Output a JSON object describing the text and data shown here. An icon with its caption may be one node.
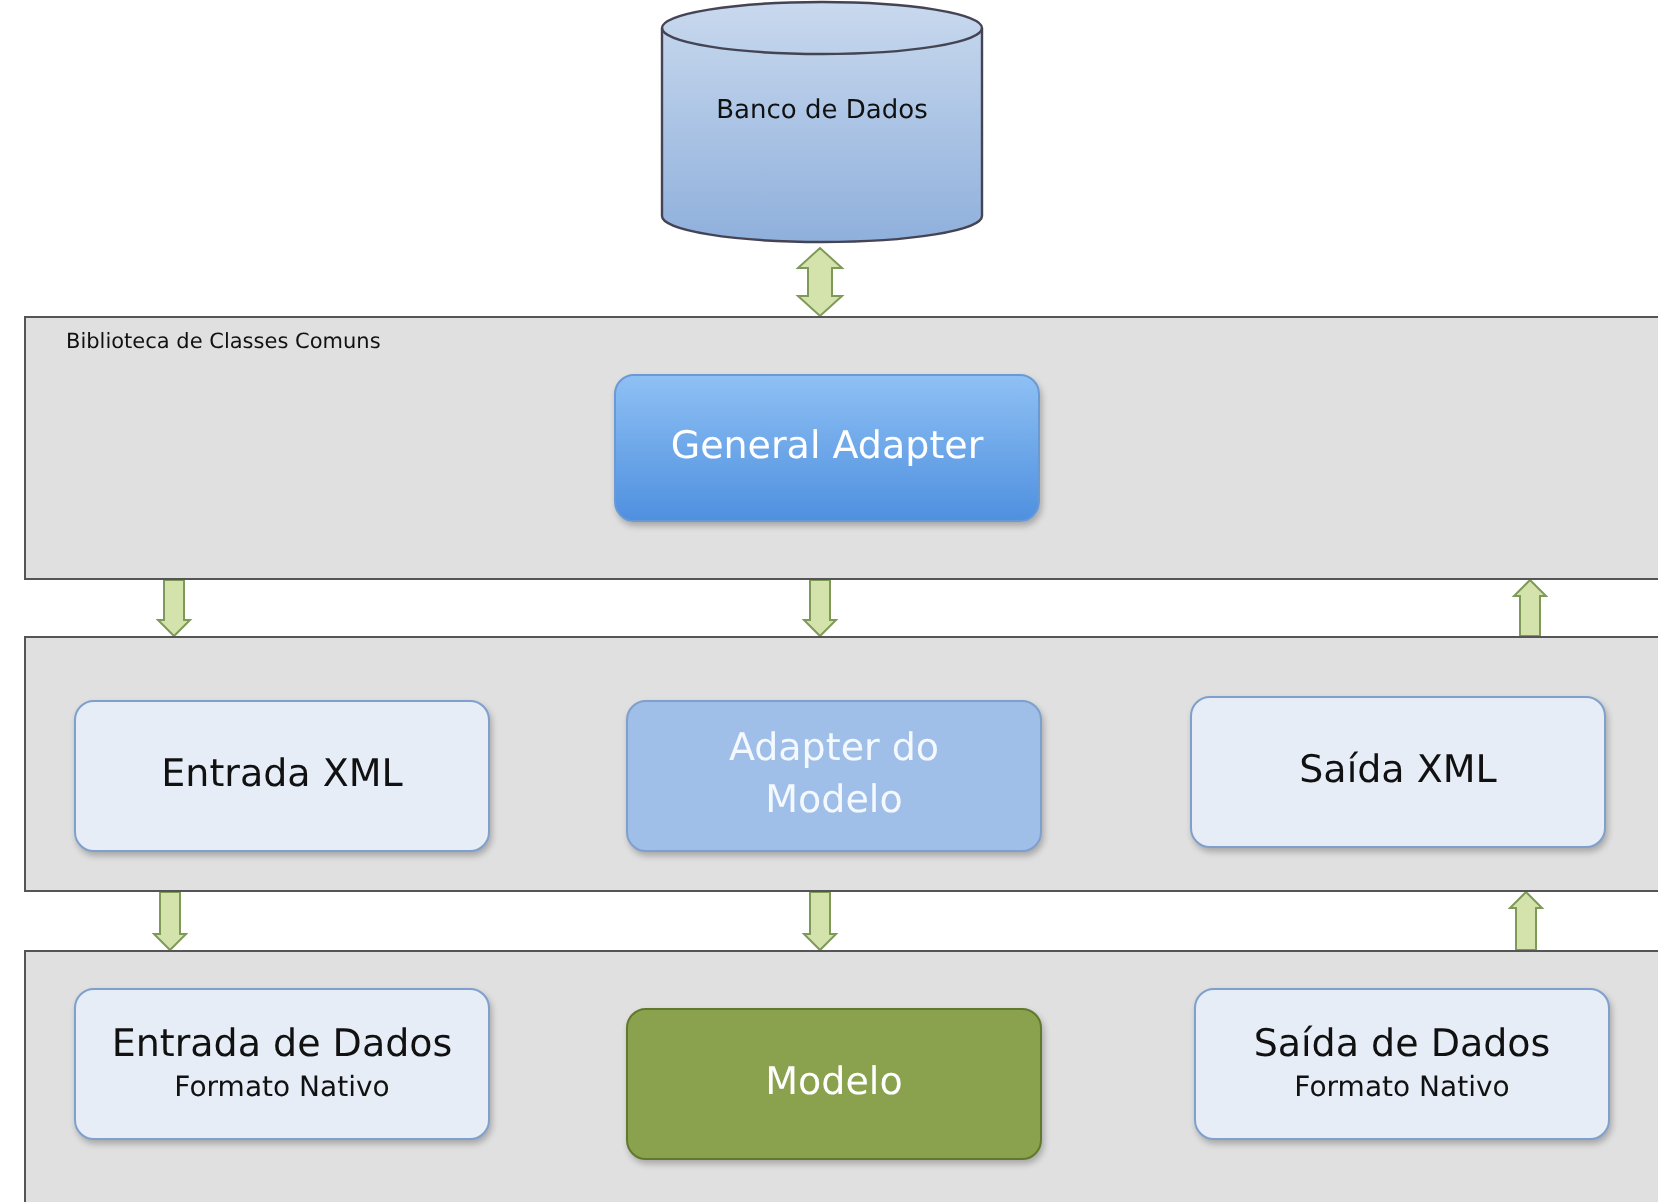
{
  "diagram": {
    "nodes": [
      {
        "text": [
          "Banco de Dados"
        ]
      },
      {
        "text": [
          "Biblioteca de Classes Comuns"
        ]
      },
      {
        "text": [
          "General Adapter"
        ],
        "in": 1
      },
      {
        "text": [],
        "shape": "box"
      },
      {
        "text": [
          "Entrada XML"
        ],
        "in": 3
      },
      {
        "text": [
          "Adapter do Modelo"
        ],
        "in": 3
      },
      {
        "text": [
          "Saída XML"
        ],
        "in": 3
      },
      {
        "text": [],
        "shape": "box"
      },
      {
        "text": [
          "Entrada de Dados",
          "Formato Nativo"
        ],
        "in": 7
      },
      {
        "text": [
          "Modelo"
        ],
        "in": 7
      },
      {
        "text": [
          "Saída de Dados",
          "Formato Nativo"
        ],
        "in": 7
      }
    ],
    "edges": [
      {
        "from": 0,
        "to": 1,
        "arrow": "both"
      },
      {
        "from": 1,
        "to": 3,
        "arrow": "to"
      },
      {
        "from": 1,
        "to": 3,
        "arrow": "to"
      },
      {
        "from": 3,
        "to": 1,
        "arrow": "to"
      },
      {
        "from": 3,
        "to": 7,
        "arrow": "to"
      },
      {
        "from": 3,
        "to": 7,
        "arrow": "to"
      },
      {
        "from": 7,
        "to": 3,
        "arrow": "to"
      }
    ]
  }
}
